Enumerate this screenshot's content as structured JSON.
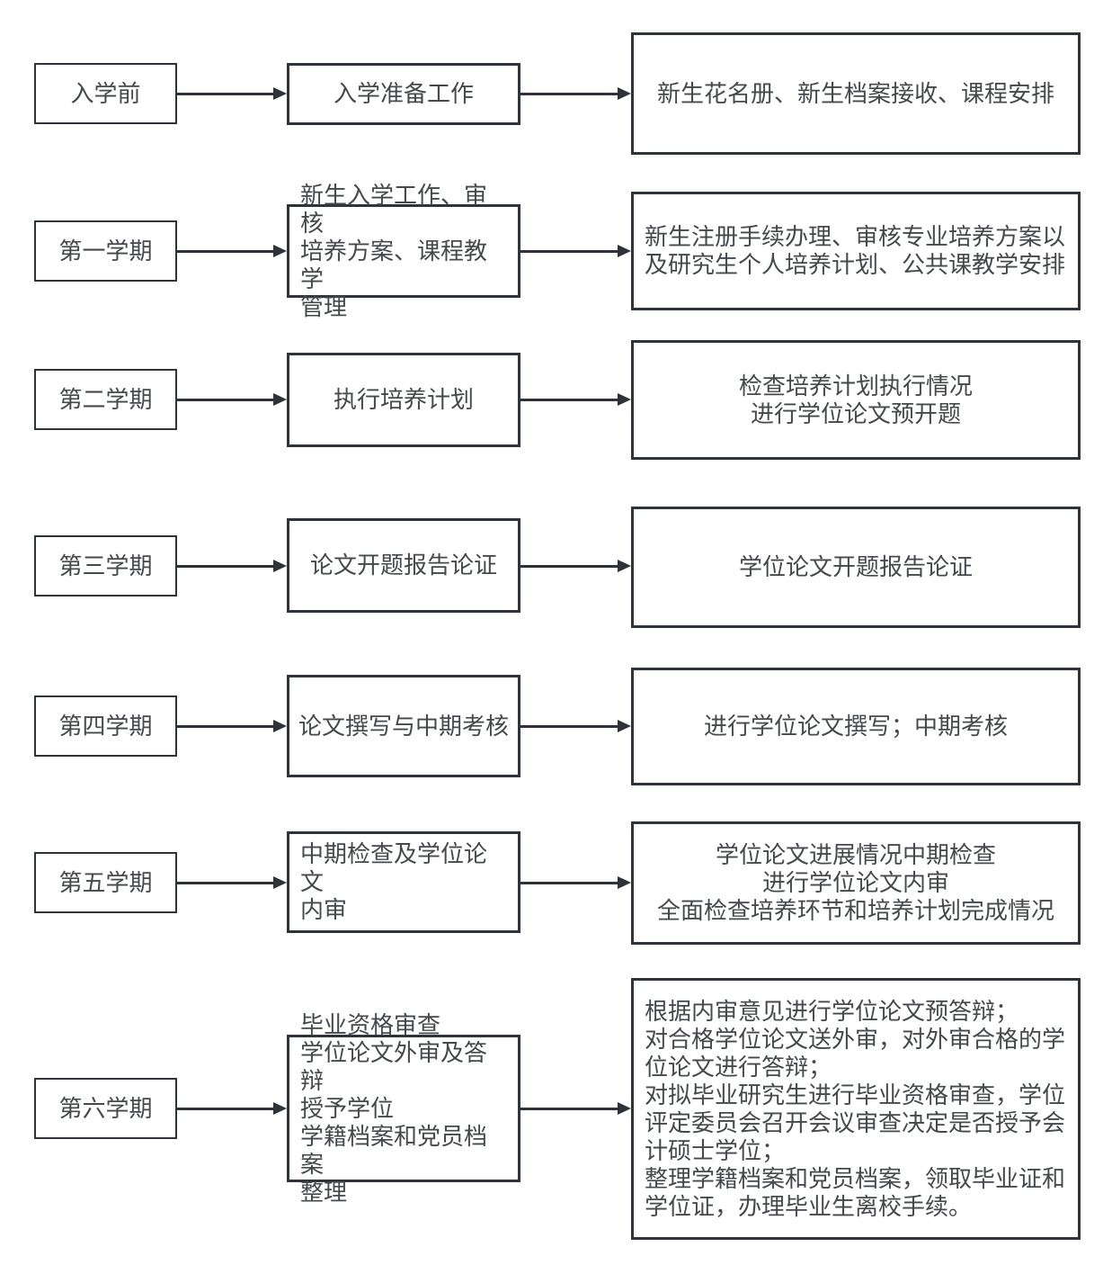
{
  "colors": {
    "background": "#ffffff",
    "box_border": "#2f343a",
    "text": "#45484c",
    "arrow": "#2f3339"
  },
  "rows": [
    {
      "stage": "入学前",
      "task": [
        "入学准备工作"
      ],
      "detail": [
        "新生花名册、新生档案接收、课程安排"
      ]
    },
    {
      "stage": "第一学期",
      "task": [
        "新生入学工作、审核",
        "培养方案、课程教学",
        "管理"
      ],
      "detail": [
        "新生注册手续办理、审核专业培养方案以",
        "及研究生个人培养计划、公共课教学安排"
      ]
    },
    {
      "stage": "第二学期",
      "task": [
        "执行培养计划"
      ],
      "detail": [
        "检查培养计划执行情况",
        "进行学位论文预开题"
      ]
    },
    {
      "stage": "第三学期",
      "task": [
        "论文开题报告论证"
      ],
      "detail": [
        "学位论文开题报告论证"
      ]
    },
    {
      "stage": "第四学期",
      "task": [
        "论文撰写与中期考核"
      ],
      "detail": [
        "进行学位论文撰写；中期考核"
      ]
    },
    {
      "stage": "第五学期",
      "task": [
        "中期检查及学位论文",
        "内审"
      ],
      "detail": [
        "学位论文进展情况中期检查",
        "进行学位论文内审",
        "全面检查培养环节和培养计划完成情况"
      ]
    },
    {
      "stage": "第六学期",
      "task": [
        "毕业资格审查",
        "学位论文外审及答辩",
        "授予学位",
        "学籍档案和党员档案",
        "整理"
      ],
      "detail": [
        "根据内审意见进行学位论文预答辩；",
        "对合格学位论文送外审，对外审合格的学",
        "位论文进行答辩；",
        "对拟毕业研究生进行毕业资格审查，学位",
        "评定委员会召开会议审查决定是否授予会",
        "计硕士学位；",
        "整理学籍档案和党员档案，领取毕业证和",
        "学位证，办理毕业生离校手续。"
      ]
    }
  ]
}
